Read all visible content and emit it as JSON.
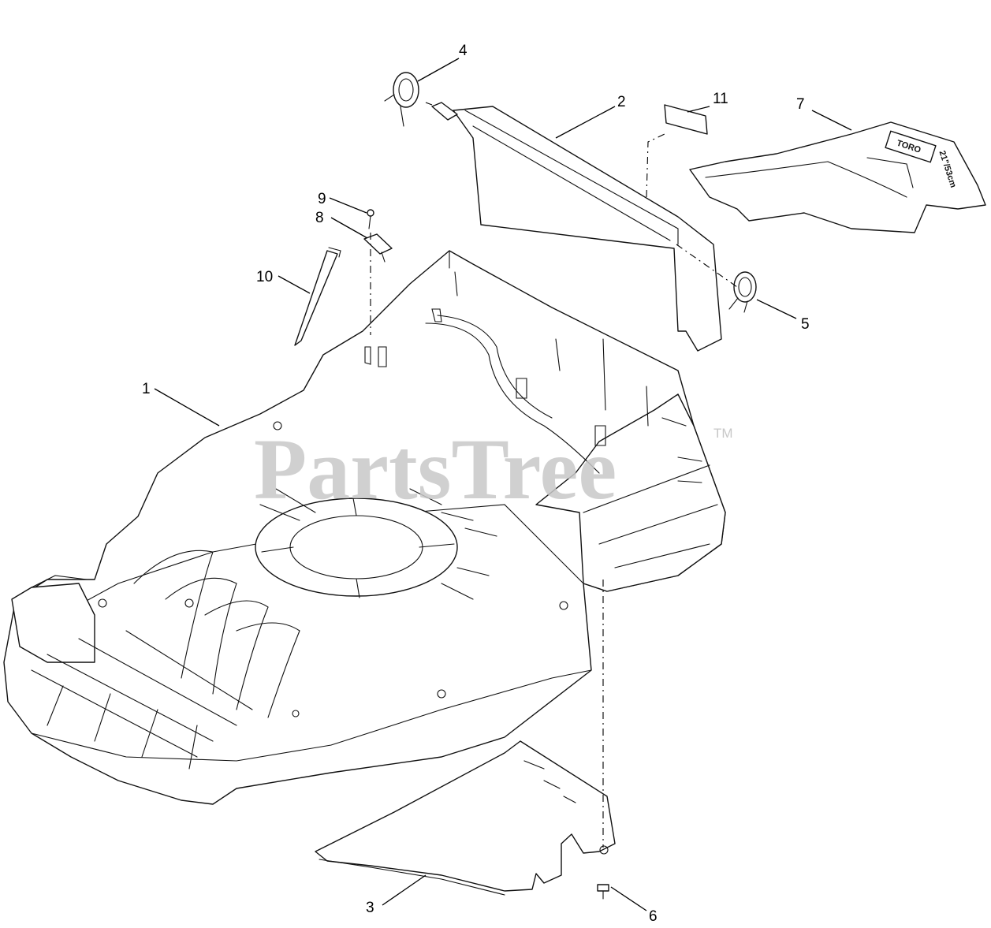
{
  "watermark": {
    "text": "PartsTree",
    "trademark": "TM"
  },
  "housing_logo": {
    "brand": "TORO",
    "model": "21\"/53cm"
  },
  "callouts": [
    {
      "id": "1",
      "label": "1"
    },
    {
      "id": "2",
      "label": "2"
    },
    {
      "id": "3",
      "label": "3"
    },
    {
      "id": "4",
      "label": "4"
    },
    {
      "id": "5",
      "label": "5"
    },
    {
      "id": "6",
      "label": "6"
    },
    {
      "id": "7",
      "label": "7"
    },
    {
      "id": "8",
      "label": "8"
    },
    {
      "id": "9",
      "label": "9"
    },
    {
      "id": "10",
      "label": "10"
    },
    {
      "id": "11",
      "label": "11"
    }
  ],
  "colors": {
    "line": "#111111",
    "watermark": "#c8c8c8",
    "background": "#ffffff"
  }
}
